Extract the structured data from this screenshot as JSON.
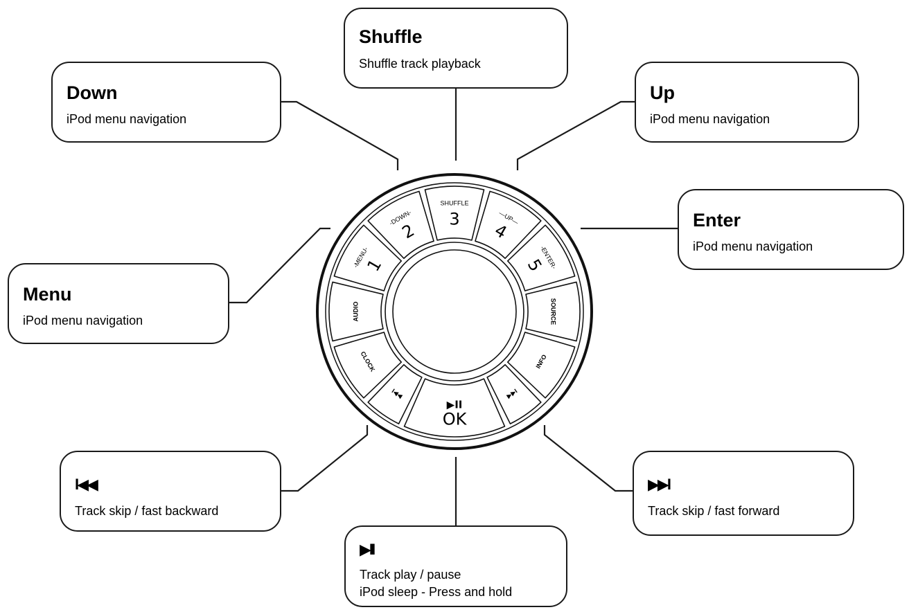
{
  "callouts": {
    "shuffle": {
      "title": "Shuffle",
      "desc": "Shuffle track playback"
    },
    "down": {
      "title": "Down",
      "desc": "iPod menu navigation"
    },
    "up": {
      "title": "Up",
      "desc": "iPod menu navigation"
    },
    "enter": {
      "title": "Enter",
      "desc": "iPod menu navigation"
    },
    "menu": {
      "title": "Menu",
      "desc": "iPod menu navigation"
    },
    "prev": {
      "symbol": "I◀◀",
      "desc": "Track skip / fast backward"
    },
    "next": {
      "symbol": "▶▶I",
      "desc": "Track skip / fast forward"
    },
    "play": {
      "symbol": "▶II",
      "desc1": "Track play / pause",
      "desc2": "iPod sleep - Press and hold"
    }
  },
  "dial": {
    "menu": {
      "label": "-MENU-",
      "num": "1"
    },
    "down": {
      "label": "-DOWN-",
      "num": "2"
    },
    "shuffle": {
      "label": "SHUFFLE",
      "num": "3"
    },
    "up": {
      "label": "—UP—",
      "num": "4"
    },
    "enter": {
      "label": "-ENTER-",
      "num": "5"
    },
    "audio": {
      "label": "AUDIO"
    },
    "source": {
      "label": "SOURCE"
    },
    "clock": {
      "label": "CLOCK"
    },
    "info": {
      "label": "INFO"
    },
    "prev": {
      "label": "I◀◀"
    },
    "next": {
      "label": "▶▶I"
    },
    "ok": {
      "symbol": "▶II",
      "label": "OK"
    }
  }
}
